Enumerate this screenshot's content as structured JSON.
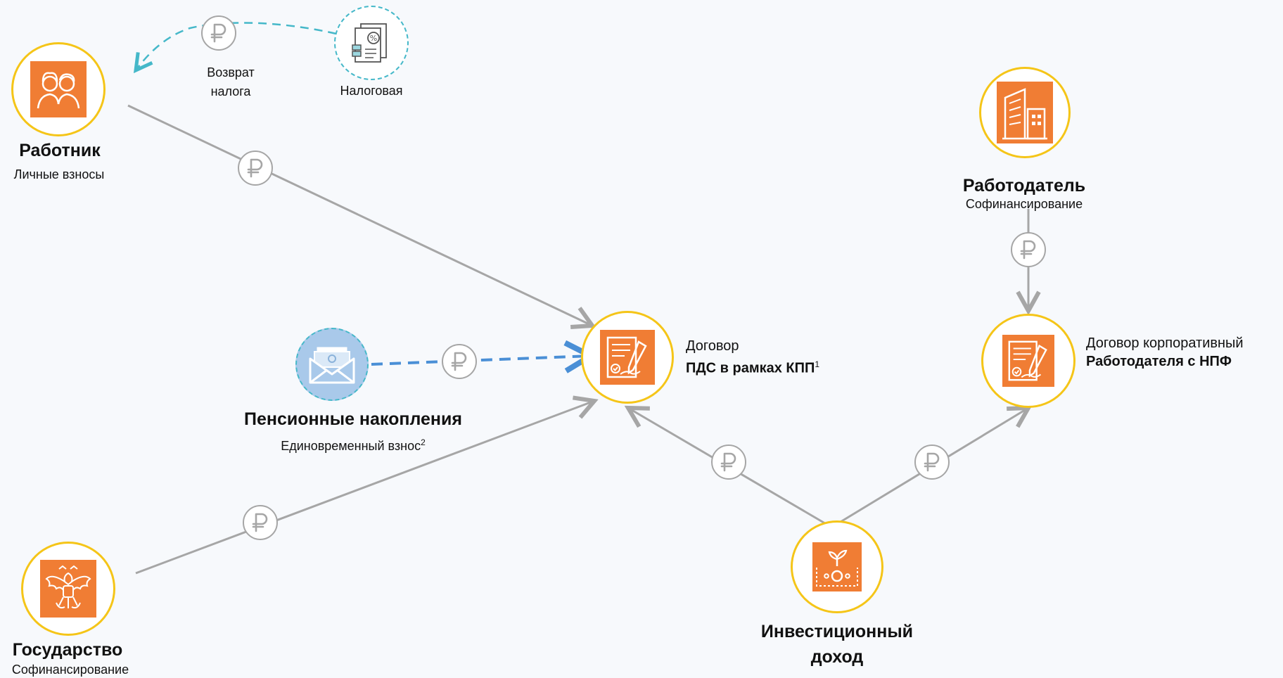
{
  "worker": {
    "title": "Работник",
    "subtitle": "Личные взносы"
  },
  "tax_office": {
    "label": "Налоговая"
  },
  "tax_return": {
    "line1": "Возврат",
    "line2": "налога"
  },
  "employer": {
    "title": "Работодатель",
    "subtitle": "Софинансирование"
  },
  "pension_savings": {
    "title": "Пенсионные накопления",
    "subtitle": "Единовременный взнос",
    "footnote": "2"
  },
  "state": {
    "title": "Государство",
    "subtitle": "Софинансирование"
  },
  "investment_income": {
    "line1": "Инвестиционный",
    "line2": "доход"
  },
  "contract_pds": {
    "line1": "Договор",
    "line2": "ПДС в рамках КПП",
    "footnote": "1"
  },
  "contract_corporate": {
    "line1": "Договор корпоративный",
    "line2": "Работодателя с НПФ"
  },
  "currency_symbol": "₽",
  "colors": {
    "accent_orange": "#f07d34",
    "ring_yellow": "#f5c518",
    "connector_gray": "#a6a6a6",
    "dashed_teal": "#45b8c9",
    "dashed_blue": "#4a8fd6",
    "envelope_blue": "#a9c9ea"
  }
}
